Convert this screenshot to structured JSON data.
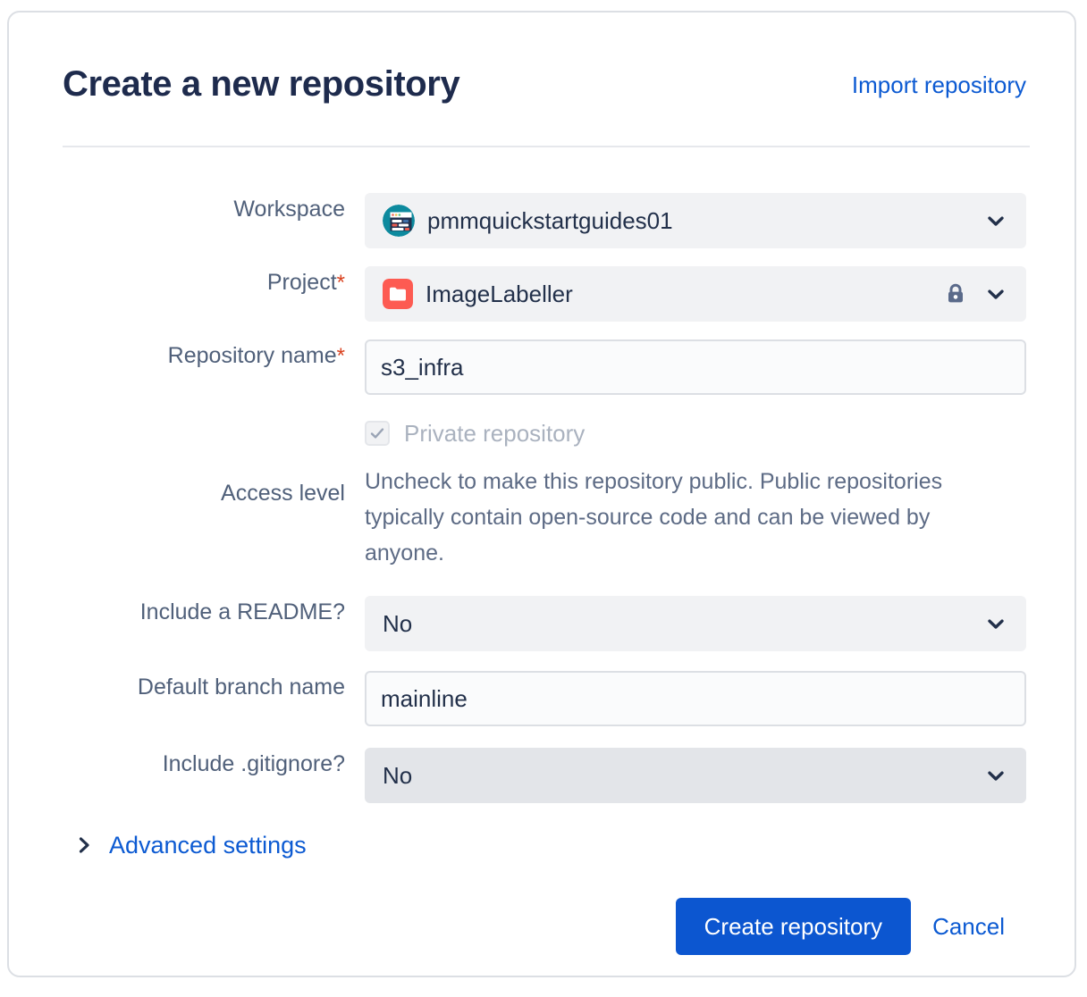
{
  "header": {
    "title": "Create a new repository",
    "import_link": "Import repository"
  },
  "form": {
    "workspace": {
      "label": "Workspace",
      "value": "pmmquickstartguides01",
      "avatar_icon": "workspace-avatar-icon",
      "chevron_icon": "chevron-down-icon"
    },
    "project": {
      "label": "Project",
      "required_marker": "*",
      "value": "ImageLabeller",
      "avatar_icon": "project-avatar-icon",
      "lock_icon": "lock-icon",
      "chevron_icon": "chevron-down-icon"
    },
    "repository_name": {
      "label": "Repository name",
      "required_marker": "*",
      "value": "s3_infra",
      "placeholder": ""
    },
    "access_level": {
      "label": "Access level",
      "checkbox_label": "Private repository",
      "checked": true,
      "check_icon": "checkmark-icon",
      "help_text": "Uncheck to make this repository public. Public repositories typically contain open-source code and can be viewed by anyone."
    },
    "readme": {
      "label": "Include a README?",
      "value": "No",
      "chevron_icon": "chevron-down-icon"
    },
    "default_branch": {
      "label": "Default branch name",
      "value": "mainline",
      "placeholder": ""
    },
    "gitignore": {
      "label": "Include .gitignore?",
      "value": "No",
      "chevron_icon": "chevron-down-icon"
    },
    "advanced": {
      "label": "Advanced settings",
      "chevron_icon": "chevron-right-icon"
    }
  },
  "footer": {
    "submit_label": "Create repository",
    "cancel_label": "Cancel"
  },
  "colors": {
    "accent_blue": "#0c56d0",
    "link_blue": "#0c5ad2",
    "title_navy": "#1e2b4d",
    "label_slate": "#50607a",
    "required_red": "#d9411e",
    "field_grey": "#f1f2f4",
    "field_grey_hover": "#e3e5e9",
    "input_bg": "#fafbfc",
    "border_grey": "#dcdfe4",
    "workspace_avatar_teal": "#0d8a9e",
    "project_avatar_red": "#fd5b52",
    "lock_slate": "#5a6a8a",
    "disabled_text": "#aab2bf"
  }
}
